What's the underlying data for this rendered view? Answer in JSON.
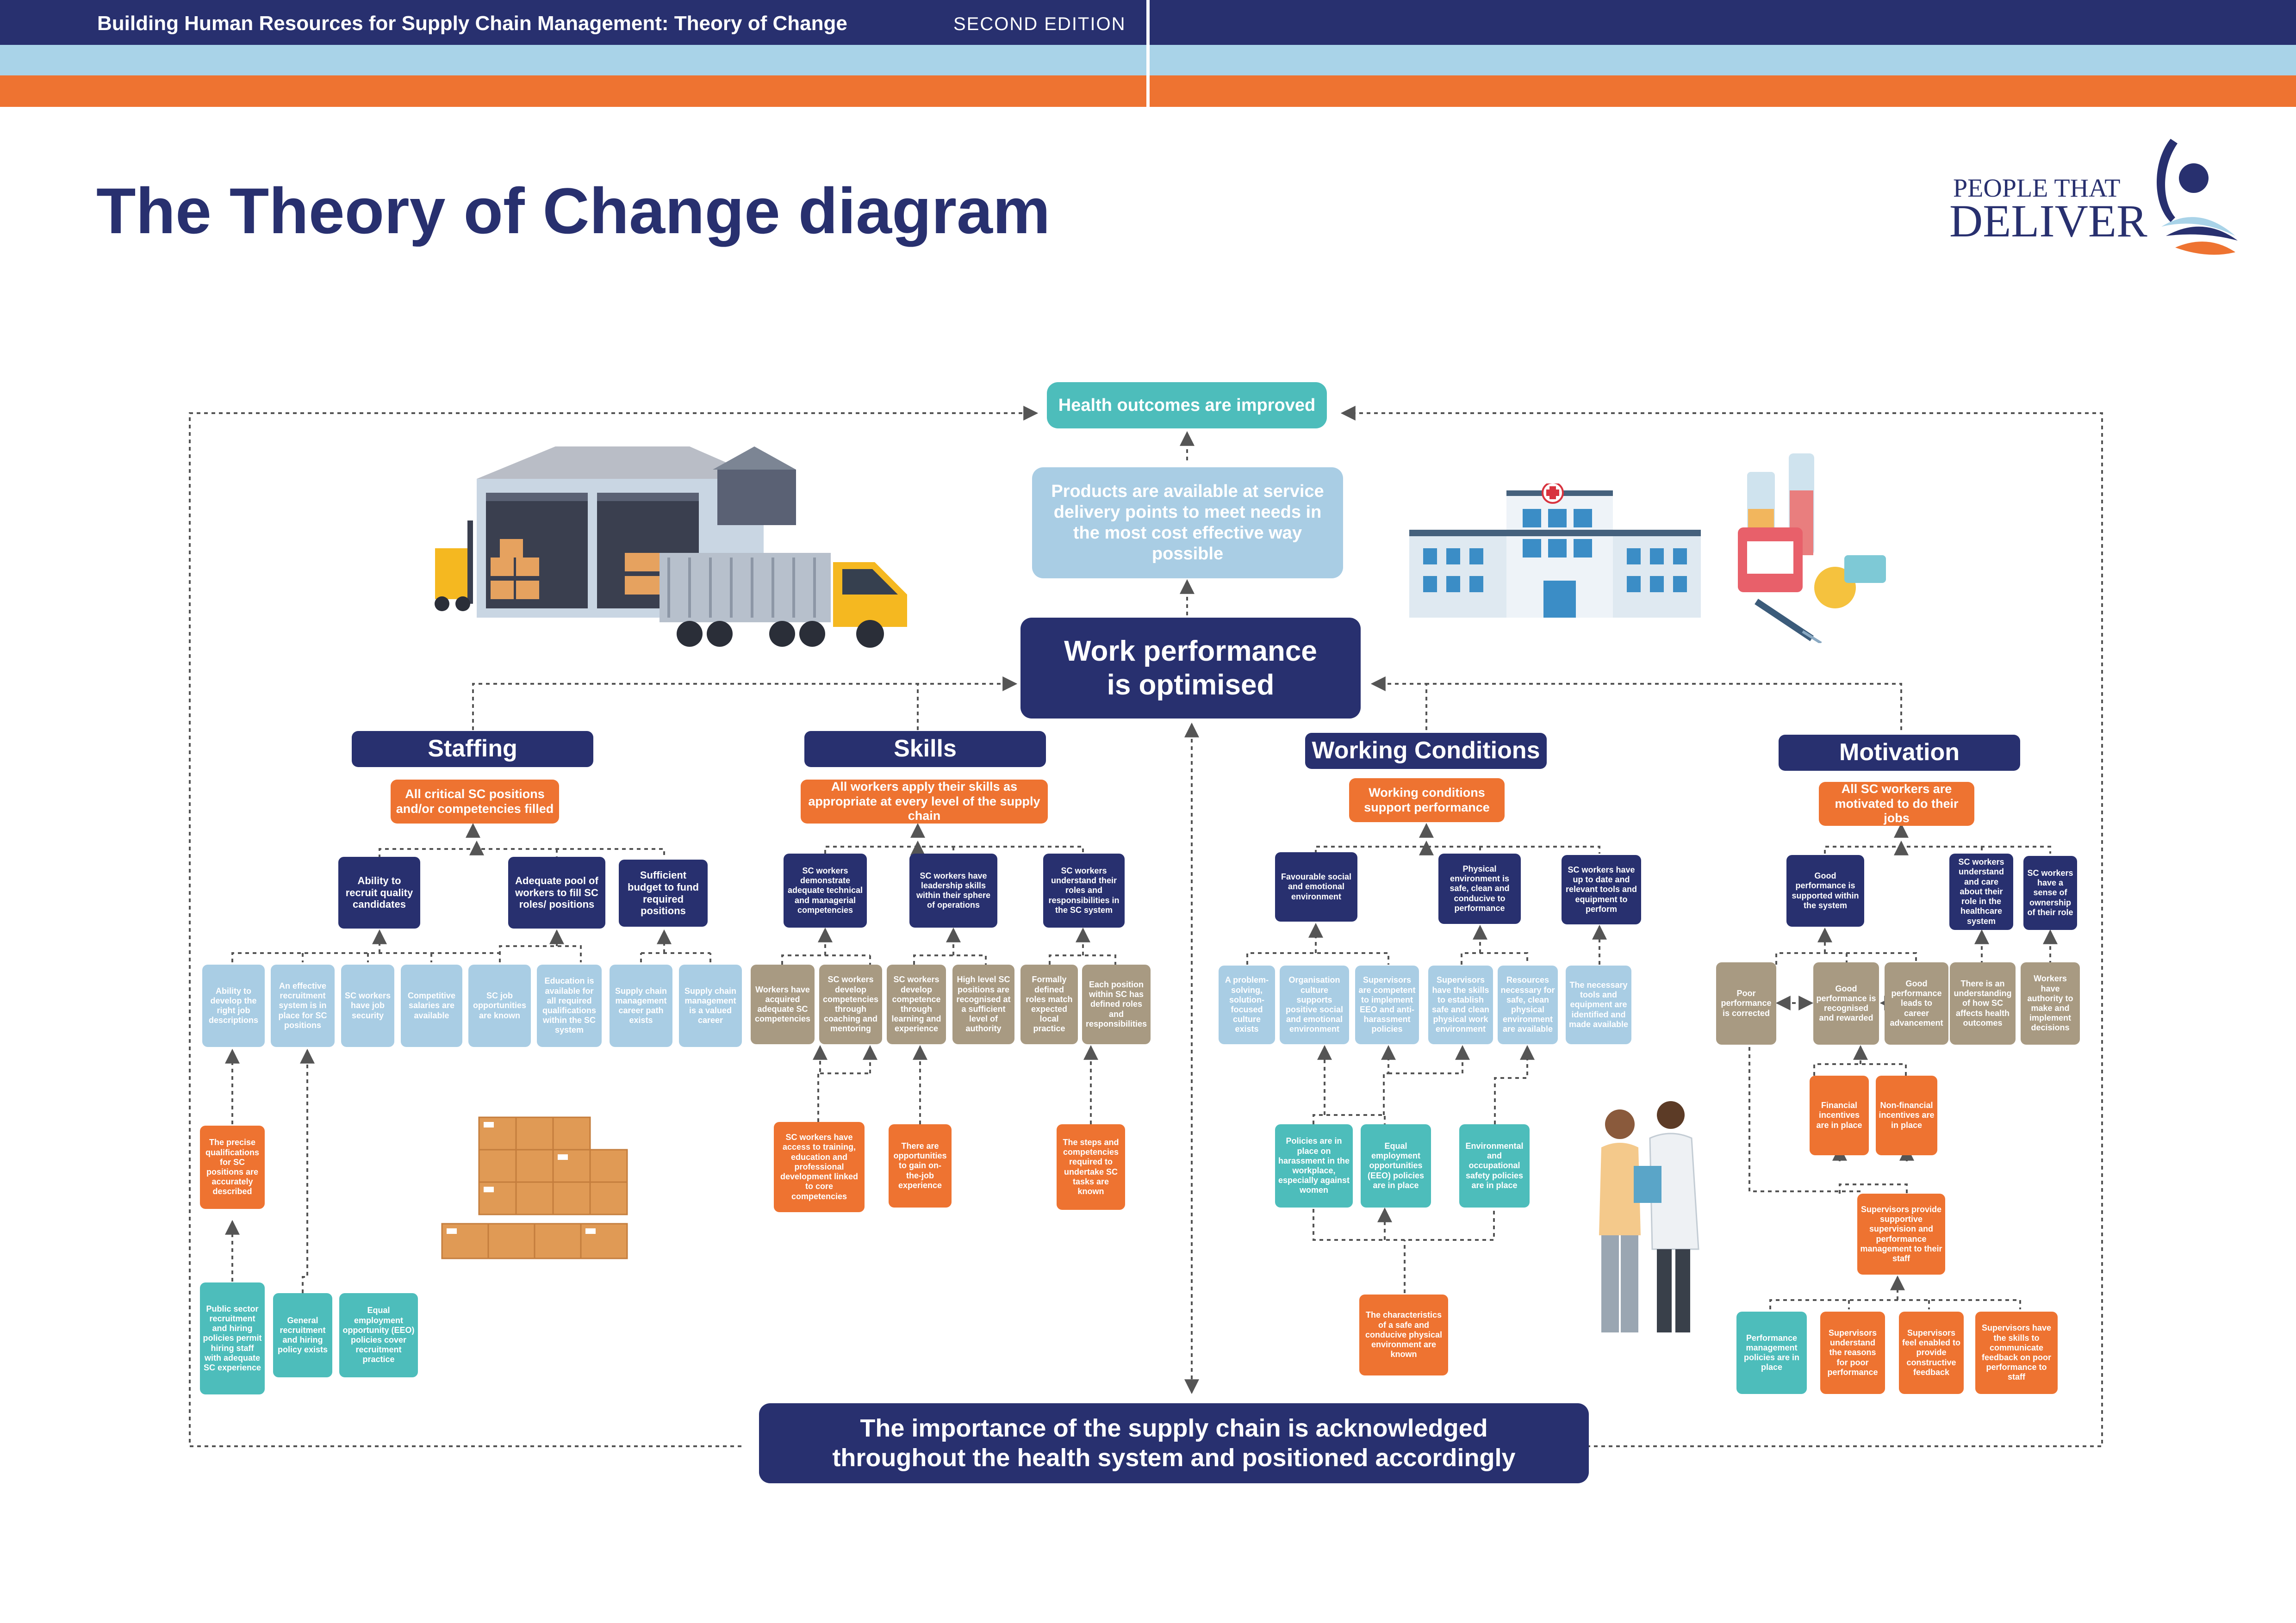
{
  "header": {
    "doc_title": "Building Human Resources for Supply Chain Management: Theory of Change",
    "edition": "SECOND EDITION"
  },
  "page_title": "The Theory of Change diagram",
  "logo": {
    "line1": "PEOPLE THAT",
    "line2": "DELIVER"
  },
  "top": {
    "health": "Health outcomes are improved",
    "products": "Products are available at service delivery points to meet needs in the most cost effective way possible",
    "work": "Work performance is optimised",
    "importance": "The importance of the supply chain is acknowledged throughout the health system and positioned accordingly"
  },
  "staffing": {
    "title": "Staffing",
    "outcome": "All critical SC positions and/or competencies filled",
    "mid": [
      "Ability to recruit quality candidates",
      "Adequate pool of workers to fill SC roles/ positions",
      "Sufficient budget to fund required positions"
    ],
    "leaves": [
      "Ability to develop the right job descriptions",
      "An effective recruitment system is in place for SC positions",
      "SC workers have job security",
      "Competitive salaries are available",
      "SC job opportunities are known",
      "Education is available for all required qualifications within the SC system",
      "Supply chain management career path exists",
      "Supply chain management is a valued career"
    ],
    "precise": "The precise qualifications for SC positions are accurately described",
    "bottom": [
      "Public sector recruitment and hiring policies permit hiring staff with adequate SC experience",
      "General recruitment and hiring policy exists",
      "Equal employment opportunity (EEO) policies cover recruitment practice"
    ]
  },
  "skills": {
    "title": "Skills",
    "outcome": "All workers apply their skills as appropriate at every level of the supply chain",
    "mid": [
      "SC workers demonstrate adequate technical and managerial competencies",
      "SC workers have leadership skills within their sphere of operations",
      "SC workers understand their roles and responsibilities in the SC system"
    ],
    "leaves": [
      "Workers have acquired adequate SC competencies",
      "SC workers develop competencies through coaching and mentoring",
      "SC workers develop competence through learning and experience",
      "High level SC positions are recognised at a sufficient level of authority",
      "Formally defined roles match expected local practice",
      "Each position within SC has defined roles and responsibilities"
    ],
    "bottom": [
      "SC workers have access to training, education and professional development linked to core competencies",
      "There are opportunities to gain on-the-job experience",
      "The steps and competencies required to undertake SC tasks are known"
    ]
  },
  "working": {
    "title": "Working Conditions",
    "outcome": "Working conditions support performance",
    "mid": [
      "Favourable social and emotional environment",
      "Physical environment is safe, clean and conducive to performance",
      "SC workers have up to date and relevant tools and equipment to perform"
    ],
    "leaves": [
      "A problem-solving, solution-focused culture exists",
      "Organisation culture supports positive social and emotional environment",
      "Supervisors are competent to implement EEO and anti-harassment policies",
      "Supervisors have the skills to establish safe and clean physical work environment",
      "Resources necessary for safe, clean physical environment are available",
      "The necessary tools and equipment are identified and made available"
    ],
    "lower": [
      "Policies are in place on harassment in the workplace, especially against women",
      "Equal employment opportunities (EEO) policies are in place",
      "Environmental and occupational safety policies are in place"
    ],
    "bottom": "The characteristics of a safe and conducive physical environment are known"
  },
  "motivation": {
    "title": "Motivation",
    "outcome": "All SC workers are motivated to do their jobs",
    "mid": [
      "Good performance is supported within the system",
      "SC workers understand and care about their role in the healthcare system",
      "SC workers have a sense of ownership of their role"
    ],
    "leaves": [
      "Poor performance is corrected",
      "Good performance is recognised and rewarded",
      "Good performance leads to career advancement",
      "There is an understanding of how SC affects health outcomes",
      "Workers have authority to make and implement decisions"
    ],
    "incentives": [
      "Financial incentives are in place",
      "Non-financial incentives are in place"
    ],
    "supervisors": "Supervisors provide supportive supervision and performance management to their staff",
    "bottom": [
      "Performance management policies are in place",
      "Supervisors understand the reasons for poor performance",
      "Supervisors feel enabled to provide constructive feedback",
      "Supervisors have the skills to communicate feedback on poor performance to staff"
    ]
  },
  "colors": {
    "navy": "#28306f",
    "orange": "#ee7331",
    "teal": "#4dbdbb",
    "light_blue": "#a9cde4",
    "khaki": "#a89a82"
  },
  "illustrations": [
    "warehouse-truck",
    "hospital",
    "medicine",
    "cardboard-boxes",
    "health-workers"
  ]
}
